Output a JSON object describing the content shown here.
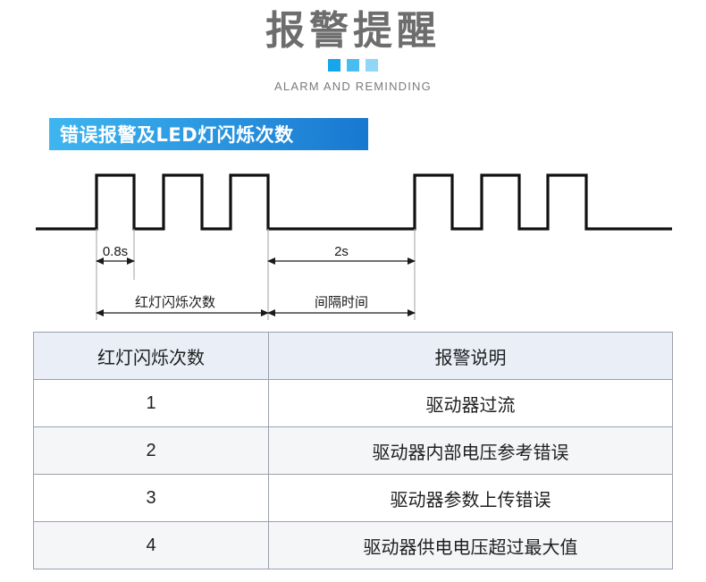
{
  "header": {
    "title": "报警提醒",
    "subtitle": "ALARM  AND  REMINDING",
    "square_colors": [
      "#16a6e9",
      "#49bdf0",
      "#8fd6f7"
    ]
  },
  "section": {
    "banner_label": "错误报警及LED灯闪烁次数",
    "banner_color_start": "#3fb5f0",
    "banner_color_end": "#1878d0"
  },
  "chart_data": {
    "type": "line",
    "title": "错误报警及LED灯闪烁次数",
    "description": "LED red-light blink timing waveform: a burst of 3 pulses, an interval, then another burst of 3 pulses.",
    "xlabel": "",
    "ylabel": "",
    "grid": false,
    "legend_position": "none",
    "baseline_level": 0,
    "high_level": 1,
    "annotations": [
      {
        "name": "pulse-width",
        "label": "0.8s",
        "value": 0.8,
        "unit": "s"
      },
      {
        "name": "interval",
        "label": "2s",
        "value": 2,
        "unit": "s"
      },
      {
        "name": "blink-span",
        "label": "红灯闪烁次数"
      },
      {
        "name": "interval-span",
        "label": "间隔时间"
      }
    ],
    "series": [
      {
        "name": "LED",
        "points": [
          {
            "x": 40,
            "y": 0
          },
          {
            "x": 108,
            "y": 0
          },
          {
            "x": 108,
            "y": 1
          },
          {
            "x": 150,
            "y": 1
          },
          {
            "x": 150,
            "y": 0
          },
          {
            "x": 183,
            "y": 0
          },
          {
            "x": 183,
            "y": 1
          },
          {
            "x": 226,
            "y": 1
          },
          {
            "x": 226,
            "y": 0
          },
          {
            "x": 258,
            "y": 0
          },
          {
            "x": 258,
            "y": 1
          },
          {
            "x": 300,
            "y": 1
          },
          {
            "x": 300,
            "y": 0
          },
          {
            "x": 464,
            "y": 0
          },
          {
            "x": 464,
            "y": 1
          },
          {
            "x": 506,
            "y": 1
          },
          {
            "x": 506,
            "y": 0
          },
          {
            "x": 539,
            "y": 0
          },
          {
            "x": 539,
            "y": 1
          },
          {
            "x": 581,
            "y": 1
          },
          {
            "x": 581,
            "y": 0
          },
          {
            "x": 613,
            "y": 0
          },
          {
            "x": 613,
            "y": 1
          },
          {
            "x": 656,
            "y": 1
          },
          {
            "x": 656,
            "y": 0
          },
          {
            "x": 752,
            "y": 0
          }
        ]
      }
    ]
  },
  "table": {
    "columns": [
      "红灯闪烁次数",
      "报警说明"
    ],
    "rows": [
      {
        "count": "1",
        "desc": "驱动器过流"
      },
      {
        "count": "2",
        "desc": "驱动器内部电压参考错误"
      },
      {
        "count": "3",
        "desc": "驱动器参数上传错误"
      },
      {
        "count": "4",
        "desc": "驱动器供电电压超过最大值"
      }
    ]
  }
}
